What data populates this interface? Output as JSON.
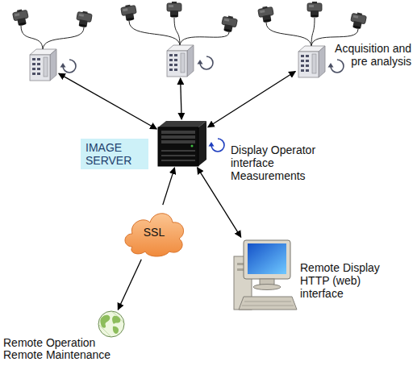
{
  "diagram": {
    "nodes": [
      {
        "text": []
      },
      {
        "text": []
      },
      {
        "text": [
          "Acquisition and pre analysis"
        ]
      },
      {
        "text": [
          "IMAGE SERVER",
          "Display Operator interface Measurements"
        ]
      },
      {
        "text": [
          "SSL"
        ]
      },
      {
        "text": [
          "Remote Display HTTP (web) interface"
        ]
      },
      {
        "text": [
          "Remote Operation Remote Maintenance"
        ]
      }
    ],
    "edges": [
      {
        "from": 0,
        "to": 3,
        "arrow": "both"
      },
      {
        "from": 1,
        "to": 3,
        "arrow": "both"
      },
      {
        "from": 2,
        "to": 3,
        "arrow": "both"
      },
      {
        "from": 4,
        "to": 3,
        "arrow": "to"
      },
      {
        "from": 3,
        "to": 5,
        "arrow": "both"
      },
      {
        "from": 4,
        "to": 6,
        "arrow": "to"
      }
    ]
  }
}
